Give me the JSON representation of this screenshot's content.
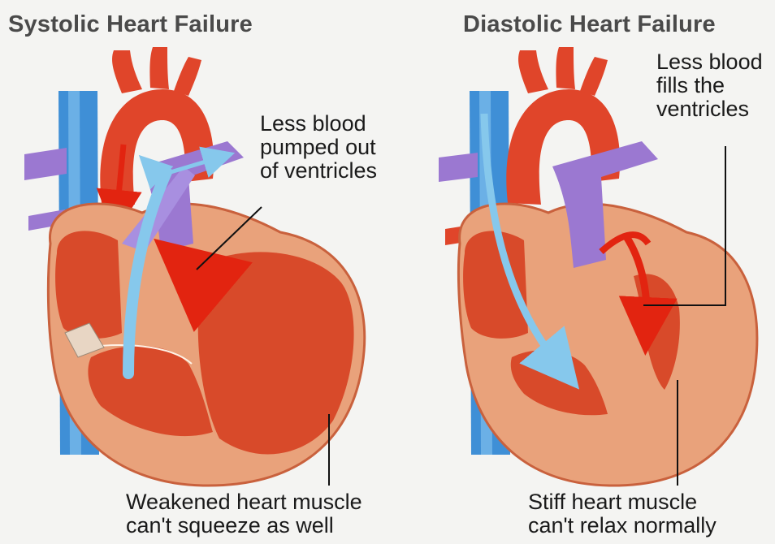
{
  "panels": {
    "systolic": {
      "title": "Systolic Heart Failure",
      "annotation_top": [
        "Less blood",
        "pumped out",
        "of ventricles"
      ],
      "annotation_bottom": [
        "Weakened heart muscle",
        "can't squeeze as well"
      ]
    },
    "diastolic": {
      "title": "Diastolic Heart Failure",
      "annotation_top": [
        "Less blood",
        "fills the",
        "ventricles"
      ],
      "annotation_bottom": [
        "Stiff heart muscle",
        "can't relax normally"
      ]
    }
  },
  "colors": {
    "background": "#f4f4f2",
    "heart_muscle": "#e9a27b",
    "ventricle_chamber": "#d84a2a",
    "aorta": "#e0452a",
    "pulmonary_vessel": "#9b78d1",
    "vena_cava": "#3f8fd6",
    "blood_flow_arrow": "#86c8ec"
  }
}
